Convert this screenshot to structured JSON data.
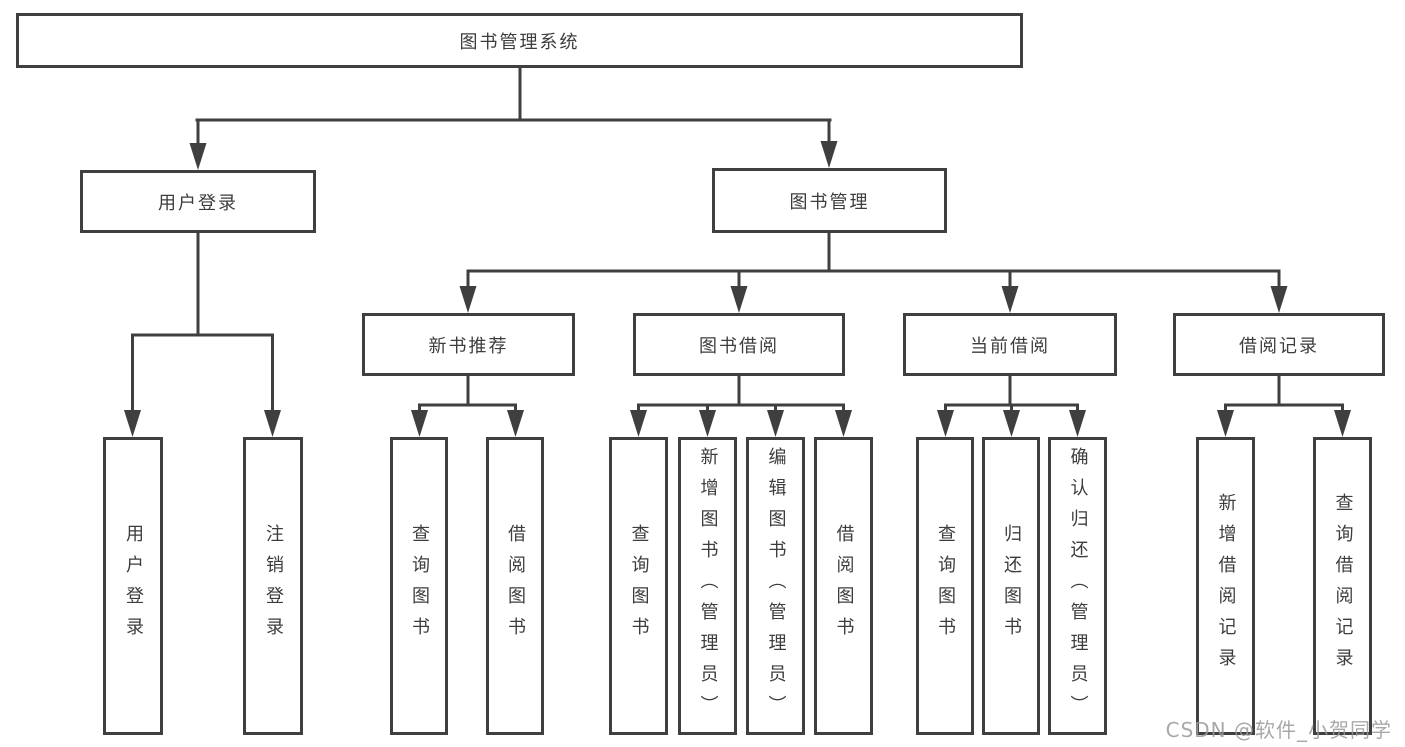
{
  "tree": {
    "root": "图书管理系统",
    "user_login": {
      "label": "用户登录",
      "children": [
        "用户登录",
        "注销登录"
      ]
    },
    "book_management": {
      "label": "图书管理",
      "groups": [
        {
          "label": "新书推荐",
          "children": [
            "查询图书",
            "借阅图书"
          ]
        },
        {
          "label": "图书借阅",
          "children": [
            "查询图书",
            "新增图书（管理员）",
            "编辑图书（管理员）",
            "借阅图书"
          ]
        },
        {
          "label": "当前借阅",
          "children": [
            "查询图书",
            "归还图书",
            "确认归还（管理员）"
          ]
        },
        {
          "label": "借阅记录",
          "children": [
            "新增借阅记录",
            "查询借阅记录"
          ]
        }
      ]
    }
  },
  "watermark": {
    "text": "CSDN @软件_小贺同学"
  },
  "colors": {
    "line": "#3f3f3f",
    "text": "#3d3d3d",
    "watermark": "#9a9a9a",
    "background": "#ffffff"
  }
}
